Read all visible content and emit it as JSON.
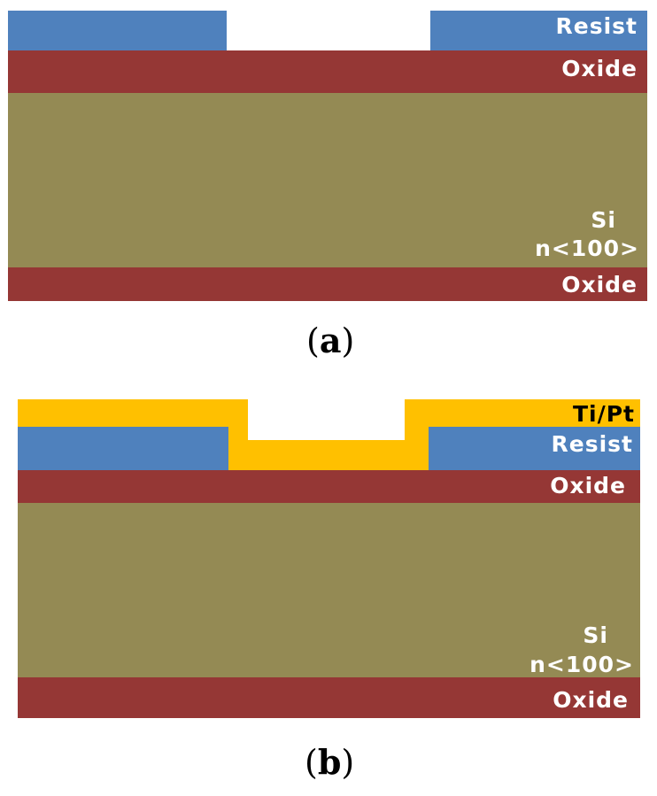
{
  "colors": {
    "resist": "#4F81BD",
    "oxide": "#953735",
    "si": "#948A54",
    "tipt": "#FFC000"
  },
  "panel_a": {
    "caption_letter": "a",
    "labels": {
      "resist": "Resist",
      "oxide_top": "Oxide",
      "si": "Si",
      "si_orientation": "n<100>",
      "oxide_bottom": "Oxide"
    }
  },
  "panel_b": {
    "caption_letter": "b",
    "labels": {
      "tipt": "Ti/Pt",
      "resist": "Resist",
      "oxide_top": "Oxide",
      "si": "Si",
      "si_orientation": "n<100>",
      "oxide_bottom": "Oxide"
    }
  }
}
